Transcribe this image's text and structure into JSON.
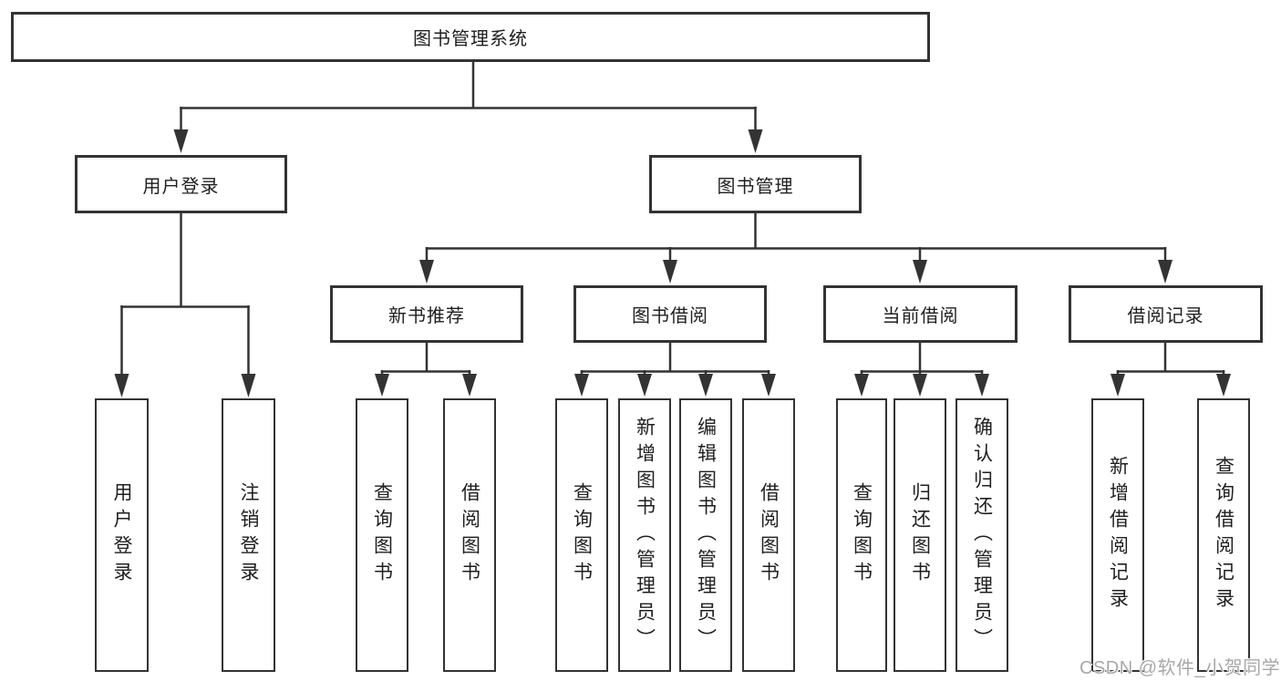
{
  "diagram": {
    "root": {
      "label": "图书管理系统"
    },
    "branches": [
      {
        "label": "用户登录",
        "leaves": [
          "用户登录",
          "注销登录"
        ]
      },
      {
        "label": "图书管理",
        "children": [
          {
            "label": "新书推荐",
            "leaves": [
              "查询图书",
              "借阅图书"
            ]
          },
          {
            "label": "图书借阅",
            "leaves": [
              "查询图书",
              "新增图书（管理员）",
              "编辑图书（管理员）",
              "借阅图书"
            ]
          },
          {
            "label": "当前借阅",
            "leaves": [
              "查询图书",
              "归还图书",
              "确认归还（管理员）"
            ]
          },
          {
            "label": "借阅记录",
            "leaves": [
              "新增借阅记录",
              "查询借阅记录"
            ]
          }
        ]
      }
    ]
  },
  "watermark": {
    "text": "CSDN @软件_小贺同学"
  },
  "colors": {
    "line": "#333333",
    "text": "#1f1f1f",
    "watermark": "#a8a8a8",
    "background": "#ffffff"
  }
}
